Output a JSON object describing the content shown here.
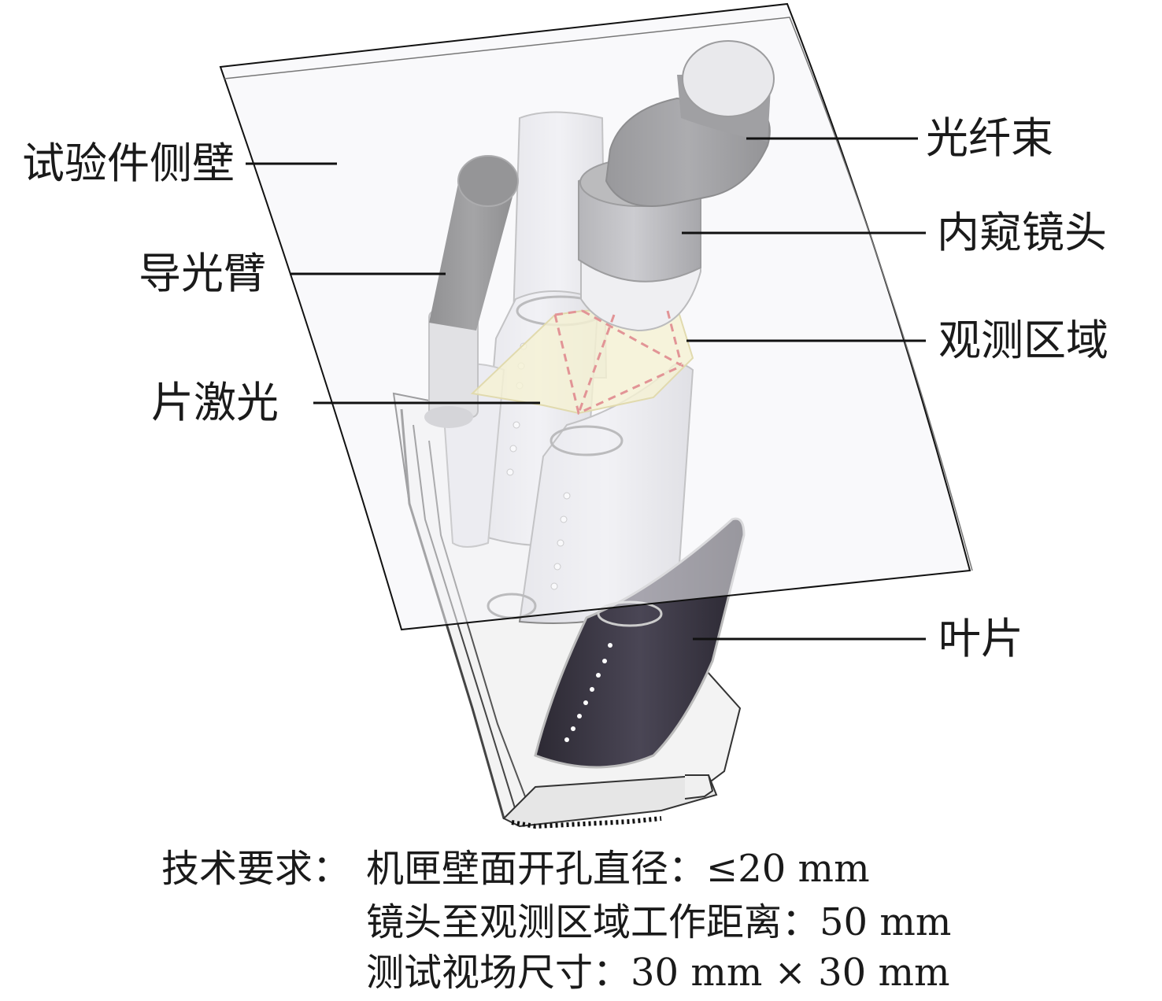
{
  "labels": {
    "side_wall": "试验件侧壁",
    "light_guide_arm": "导光臂",
    "sheet_laser": "片激光",
    "fiber_bundle": "光纤束",
    "endoscope_lens": "内窥镜头",
    "observation_area": "观测区域",
    "blade": "叶片"
  },
  "requirements": {
    "prefix": "技术要求：",
    "lines": [
      "机匣壁面开孔直径：≤20 mm",
      "镜头至观测区域工作距离：50 mm",
      "测试视场尺寸：30 mm × 30 mm"
    ]
  },
  "colors": {
    "laser_sheet": "#f6efa6",
    "view_lines": "#cc1f1f",
    "dark_blade": "#3a3644"
  }
}
